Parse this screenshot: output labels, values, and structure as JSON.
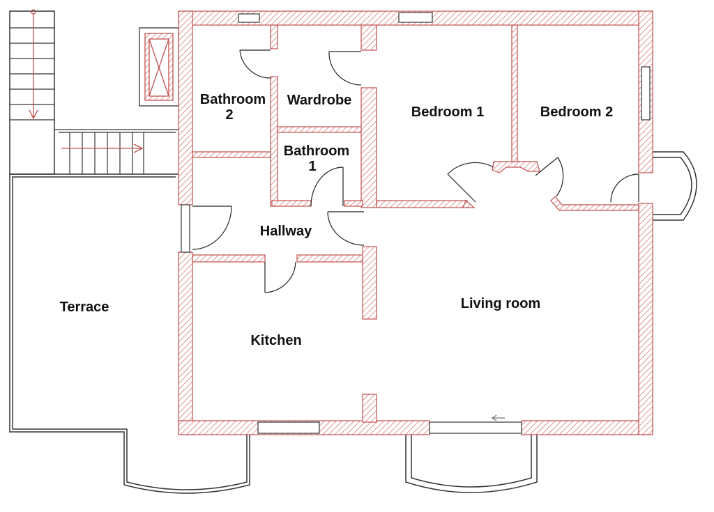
{
  "colors": {
    "wall_stroke": "#c0504d",
    "hatch": "#d97a78",
    "outline": "#333333",
    "stair_arrow": "#c0504d"
  },
  "rooms": {
    "bathroom2_line1": "Bathroom",
    "bathroom2_line2": "2",
    "wardrobe": "Wardrobe",
    "bedroom1": "Bedroom 1",
    "bedroom2": "Bedroom 2",
    "bathroom1_line1": "Bathroom",
    "bathroom1_line2": "1",
    "hallway": "Hallway",
    "living_room": "Living room",
    "kitchen": "Kitchen",
    "terrace": "Terrace"
  }
}
